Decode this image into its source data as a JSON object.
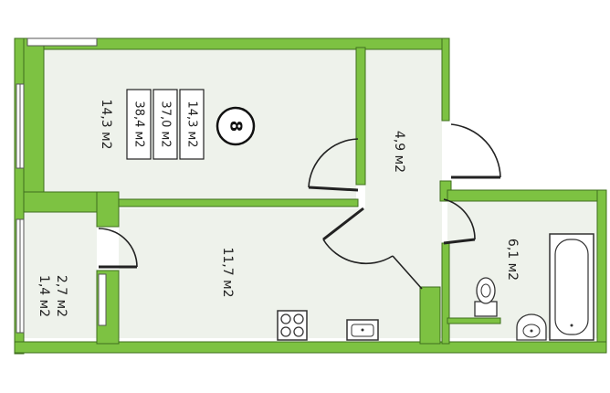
{
  "colors": {
    "wall": "#7dc242",
    "wall_edge": "#3f6f1d",
    "floor": "#eef2eb",
    "door_line": "#222222",
    "fixture": "#ffffff"
  },
  "apartment_number": "8",
  "area_boxes": [
    "14,3 м2",
    "37,0 м2",
    "38,4 м2"
  ],
  "rooms": {
    "main_room": "14,3 м2",
    "hallway": "4,9 м2",
    "kitchen": "11,7 м2",
    "bathroom": "6,1 м2",
    "balcony_line1": "2,7 м2",
    "balcony_line2": "1,4 м2"
  },
  "icons": {
    "stove": "stove-icon",
    "sink": "kitchen-sink-icon",
    "toilet": "toilet-icon",
    "washbasin": "washbasin-icon",
    "bathtub": "bathtub-icon"
  }
}
